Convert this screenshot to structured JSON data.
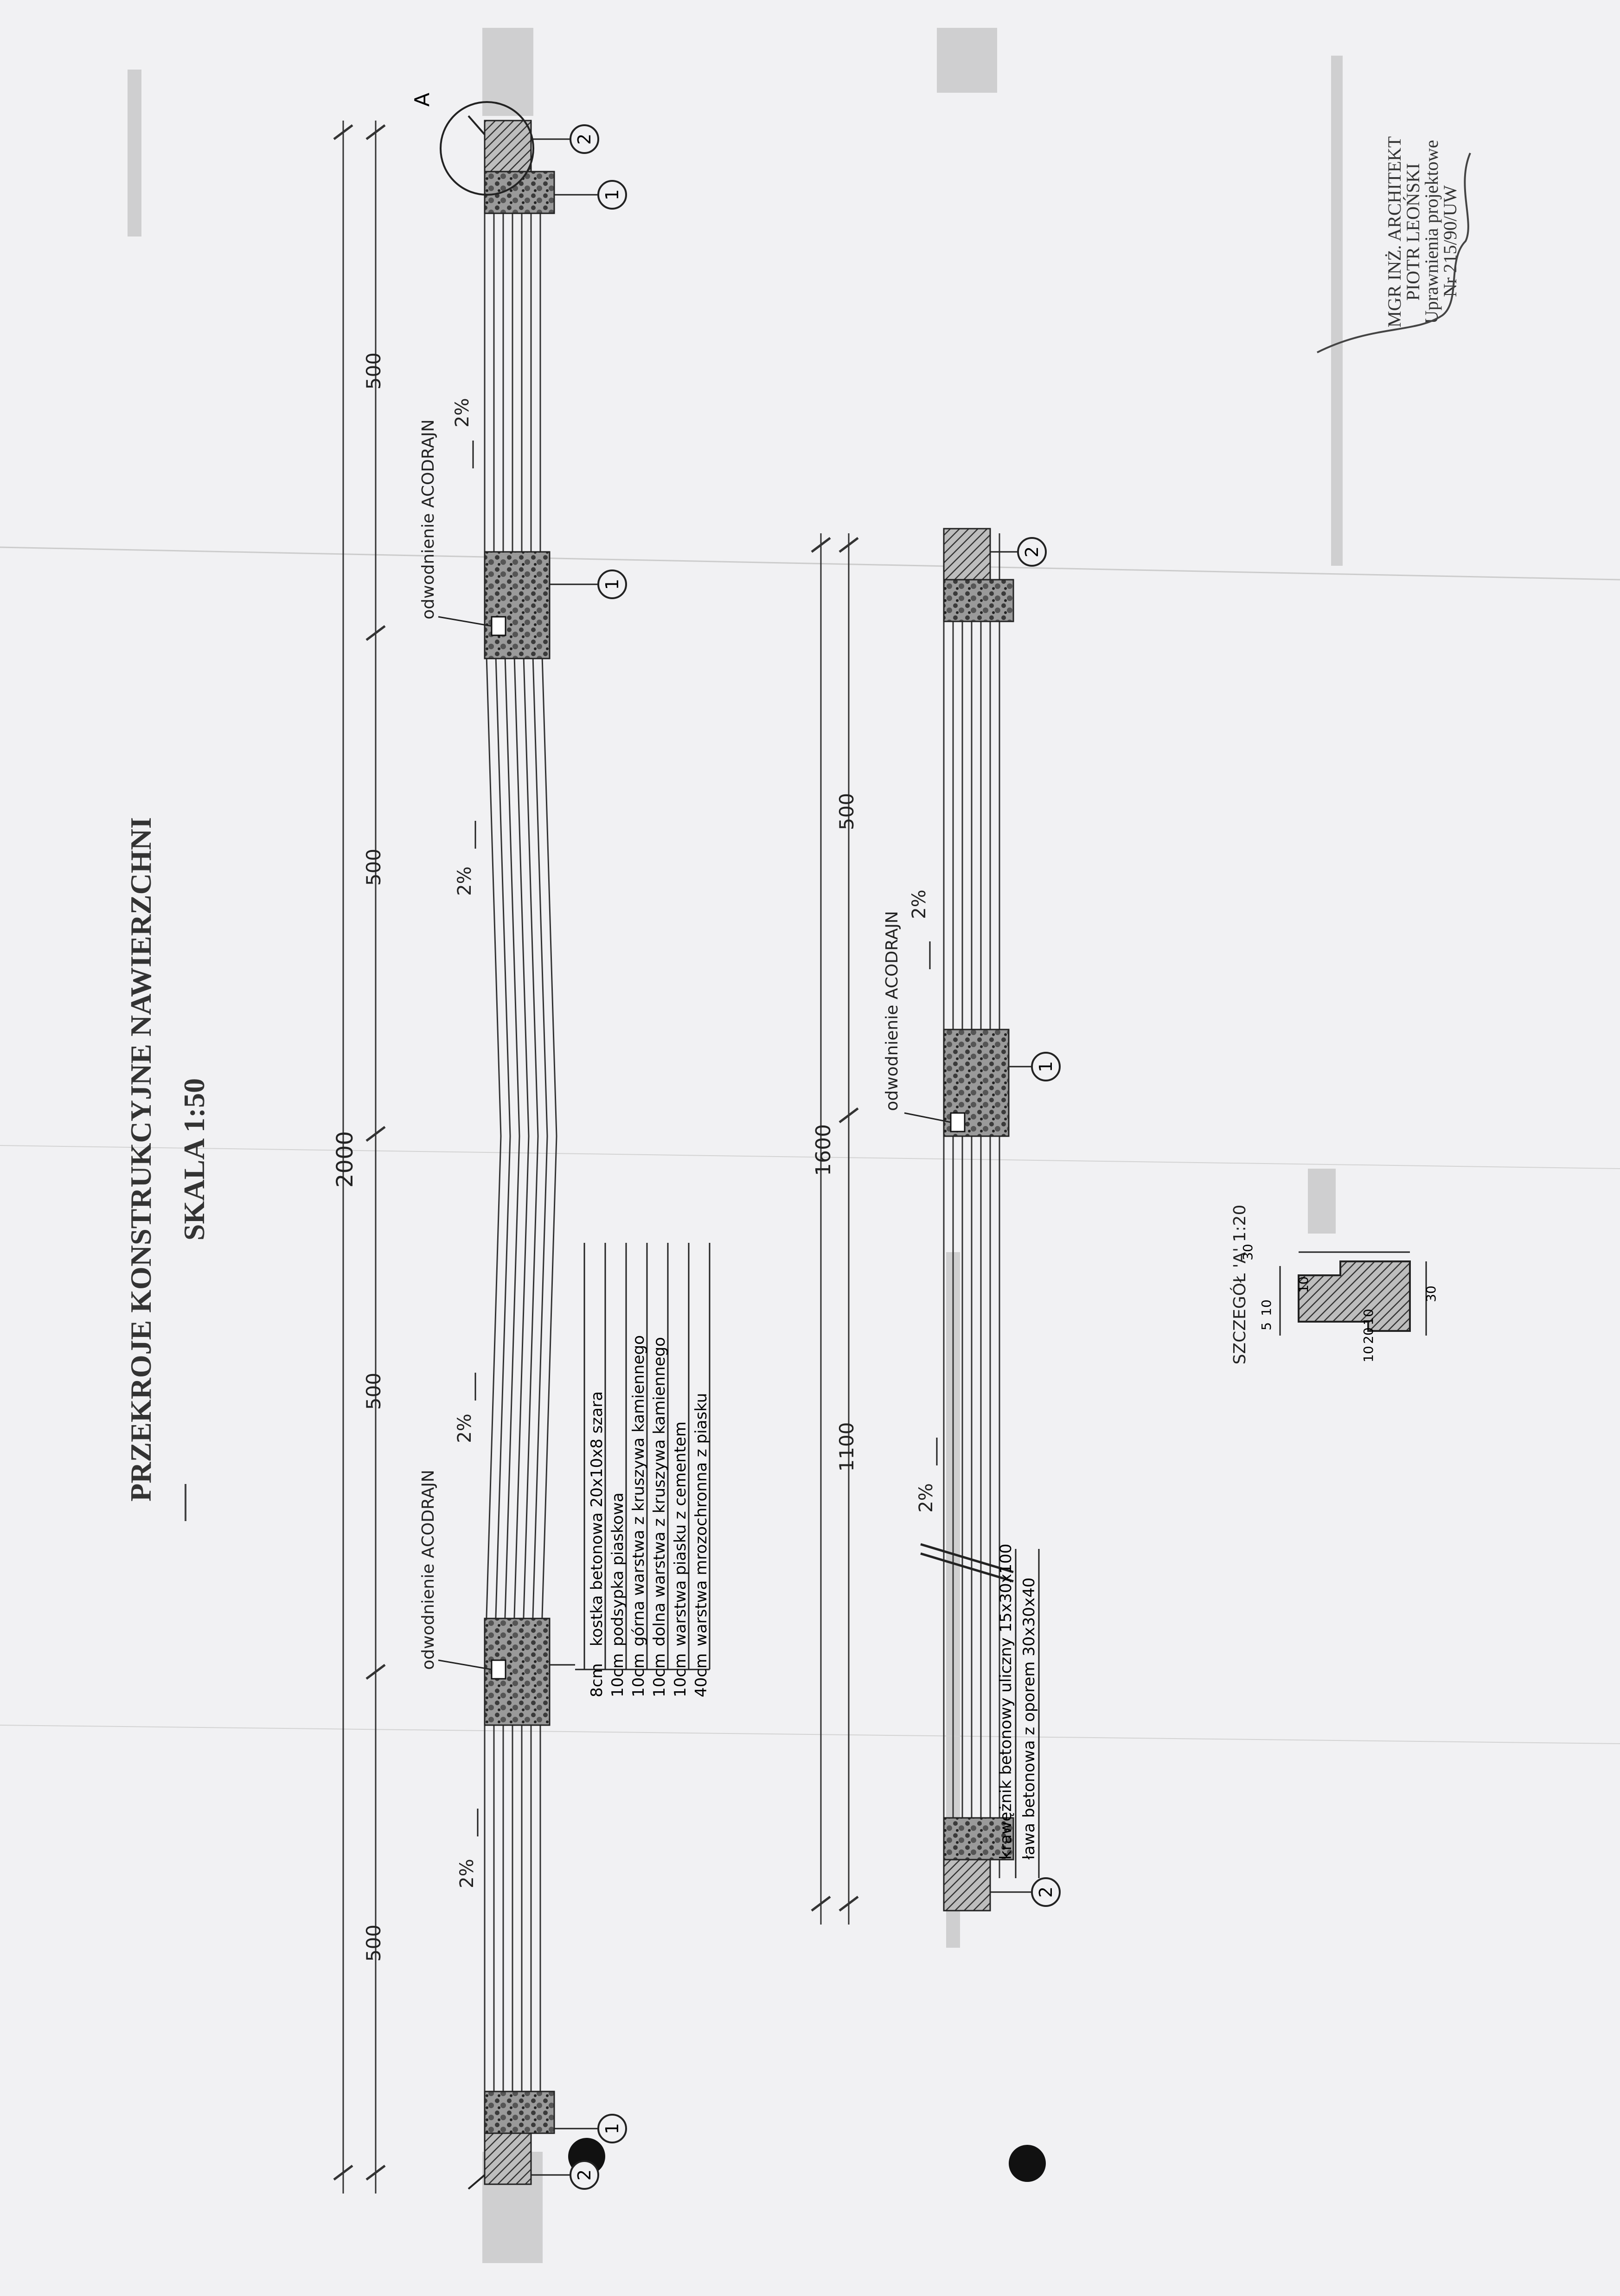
{
  "title": {
    "line1": "PRZEKROJE KONSTRUKCYJNE NAWIERZCHNI",
    "line2": "SKALA 1:50"
  },
  "section_a": {
    "dim_total": "2000",
    "dim_segments": [
      "500",
      "500",
      "500",
      "500"
    ],
    "slope_labels": [
      "2%",
      "2%",
      "2%",
      "2%"
    ],
    "drainage_labels": [
      "odwodnienie ACODRAJN",
      "odwodnienie ACODRAJN"
    ],
    "callout_1": "1",
    "callout_2": "2",
    "detail_marker": "A",
    "legend": [
      {
        "thickness": "8cm",
        "text": "kostka betonowa 20x10x8 szara"
      },
      {
        "thickness": "10cm",
        "text": "podsypka piaskowa"
      },
      {
        "thickness": "10cm",
        "text": "górna warstwa z kruszywa kamiennego"
      },
      {
        "thickness": "10cm",
        "text": "dolna warstwa z kruszywa kamiennego"
      },
      {
        "thickness": "10cm",
        "text": "warstwa piasku z cementem"
      },
      {
        "thickness": "40cm",
        "text": "warstwa mrozochronna z piasku"
      }
    ]
  },
  "section_b": {
    "dim_total": "1600",
    "dim_segments": [
      "1100",
      "500"
    ],
    "slope_labels": [
      "2%",
      "2%"
    ],
    "drainage_label": "odwodnienie ACODRAJN",
    "callout_1": "1",
    "callout_2": "2",
    "curb_notes": [
      "krawężnik betonowy uliczny 15x30x100",
      "ława betonowa z oporem 30x30x40"
    ]
  },
  "detail": {
    "title": "SZCZEGÓŁ 'A' 1:20",
    "dims": [
      "5",
      "10",
      "10",
      "10",
      "20",
      "10",
      "30",
      "30"
    ]
  },
  "stamp": {
    "line1": "MGR INŻ. ARCHITEKT",
    "line2": "PIOTR LEOŃSKI",
    "line3": "Uprawnienia projektowe",
    "line4": "Nr 215/90/UW"
  },
  "colors": {
    "paper": "#f1f1f3",
    "ink": "#2a2a2a"
  }
}
